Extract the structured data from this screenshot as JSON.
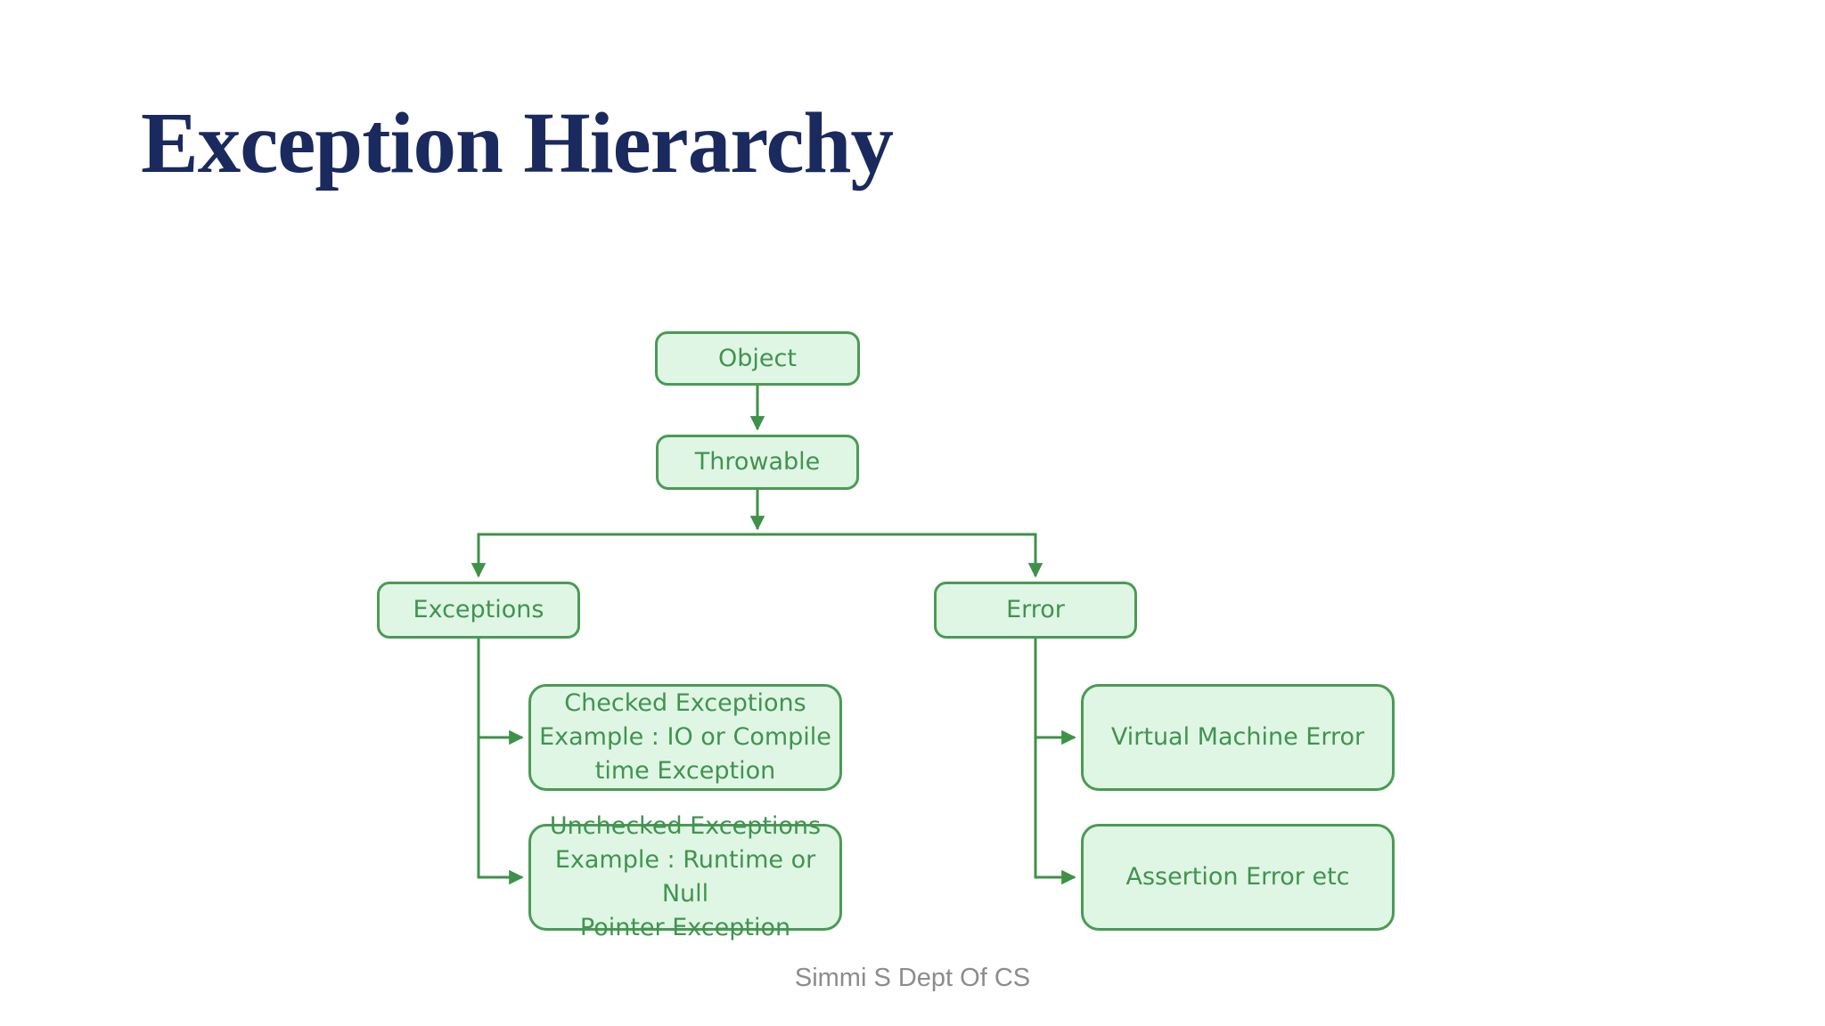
{
  "slide": {
    "title": "Exception Hierarchy",
    "footer": "Simmi S Dept Of CS",
    "title_color": "#1a2a5e",
    "footer_color": "#8c8c8c",
    "background_color": "#ffffff"
  },
  "diagram": {
    "type": "flowchart-hierarchy",
    "colors": {
      "node_fill": "#e0f6e4",
      "node_border": "#4a9b55",
      "node_text": "#3f9450",
      "connector": "#3e9149"
    },
    "nodes": {
      "object": "Object",
      "throwable": "Throwable",
      "exceptions": "Exceptions",
      "error": "Error",
      "checked": "Checked Exceptions\nExample : IO or Compile\ntime Exception",
      "unchecked": "Unchecked Exceptions\nExample : Runtime or Null\nPointer Exception",
      "vm_error": "Virtual Machine Error",
      "assertion": "Assertion Error etc"
    },
    "edges": [
      "Object -> Throwable",
      "Throwable -> Exceptions",
      "Throwable -> Error",
      "Exceptions -> Checked Exceptions",
      "Exceptions -> Unchecked Exceptions",
      "Error -> Virtual Machine Error",
      "Error -> Assertion Error etc"
    ]
  }
}
